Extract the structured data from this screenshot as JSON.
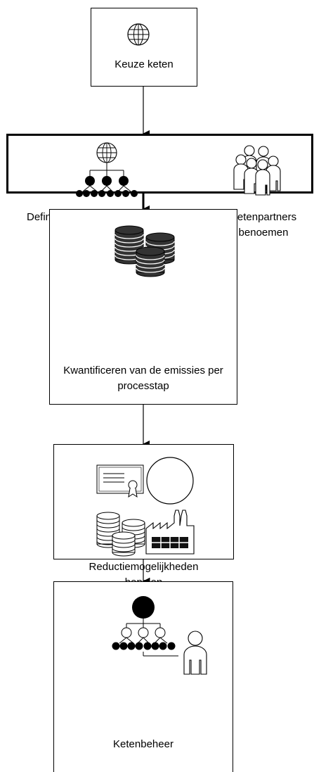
{
  "steps": {
    "keuze": {
      "label": "Keuze keten"
    },
    "definieren": {
      "label": "Definiëren van processtappen in de keten",
      "partners_label": "Ketenpartners benoemen"
    },
    "kwantificeren": {
      "label": "Kwantificeren van de emissies per processtap"
    },
    "reductie": {
      "label": "Reductiemogelijkheden bepalen"
    },
    "beheer": {
      "label": "Ketenbeheer"
    }
  },
  "icons": {
    "keuze": "globe-icon",
    "definieren": "globe-process-network-icon",
    "partners": "people-group-icon",
    "kwantificeren": "coin-stacks-icon",
    "reductie_certificate": "certificate-icon",
    "reductie_circle": "circle-icon",
    "reductie_coins": "coin-stacks-icon",
    "reductie_factory": "factory-icon",
    "beheer_network": "hierarchy-network-icon",
    "beheer_person": "person-icon"
  }
}
